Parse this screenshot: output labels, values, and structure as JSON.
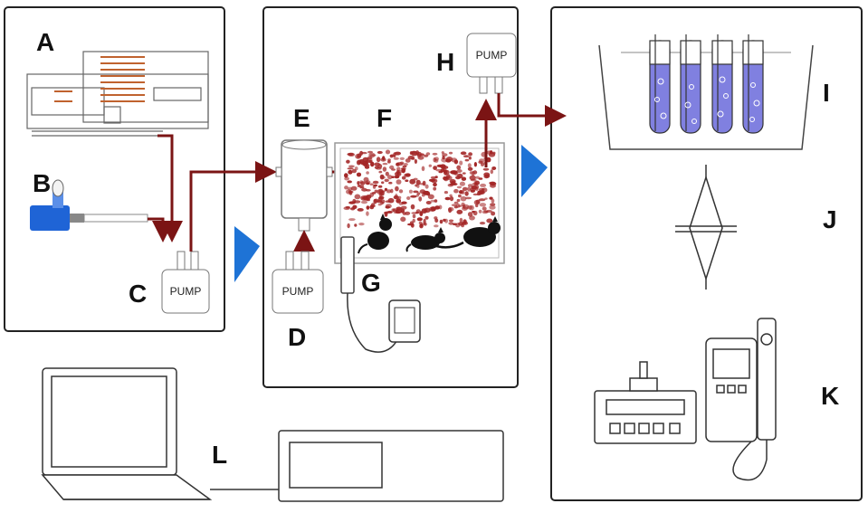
{
  "labels": {
    "a": "A",
    "b": "B",
    "c": "C",
    "d": "D",
    "e": "E",
    "f": "F",
    "g": "G",
    "h": "H",
    "i": "I",
    "j": "J",
    "k": "K",
    "l": "L"
  },
  "pumps": {
    "c": "PUMP",
    "d": "PUMP",
    "h": "PUMP"
  },
  "colors": {
    "flow_arrow": "#7b1414",
    "stage_arrow": "#1e73d6",
    "particle": "#a32626",
    "liquid": "#8080e0",
    "panel_border": "#222222"
  },
  "icons": {
    "a": "aerosol-generator-icon",
    "b": "light-source-icon",
    "e": "mixing-chamber-icon",
    "f": "exposure-chamber-icon",
    "g": "sensor-probe-icon",
    "i": "impinger-tubes-icon",
    "j": "filter-holder-icon",
    "k": "analyzer-instruments-icon",
    "l": "laptop-icon"
  }
}
